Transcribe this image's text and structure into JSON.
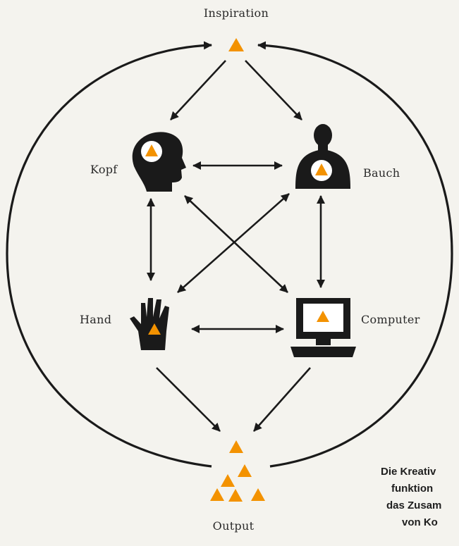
{
  "nodes": {
    "inspiration": "Inspiration",
    "kopf": "Kopf",
    "bauch": "Bauch",
    "hand": "Hand",
    "computer": "Computer",
    "output": "Output"
  },
  "caption": {
    "line1": "Die Kreativ",
    "line2": "funktion",
    "line3": "das Zusam",
    "line4": "von Ko"
  },
  "colors": {
    "accent": "#f39200",
    "ink": "#1a1a1a",
    "background": "#f4f3ee"
  },
  "icons": {
    "kopf": "head-icon",
    "bauch": "torso-icon",
    "hand": "hand-icon",
    "computer": "computer-icon",
    "inspiration": "triangle-icon",
    "output": "triangle-stack-icon"
  }
}
